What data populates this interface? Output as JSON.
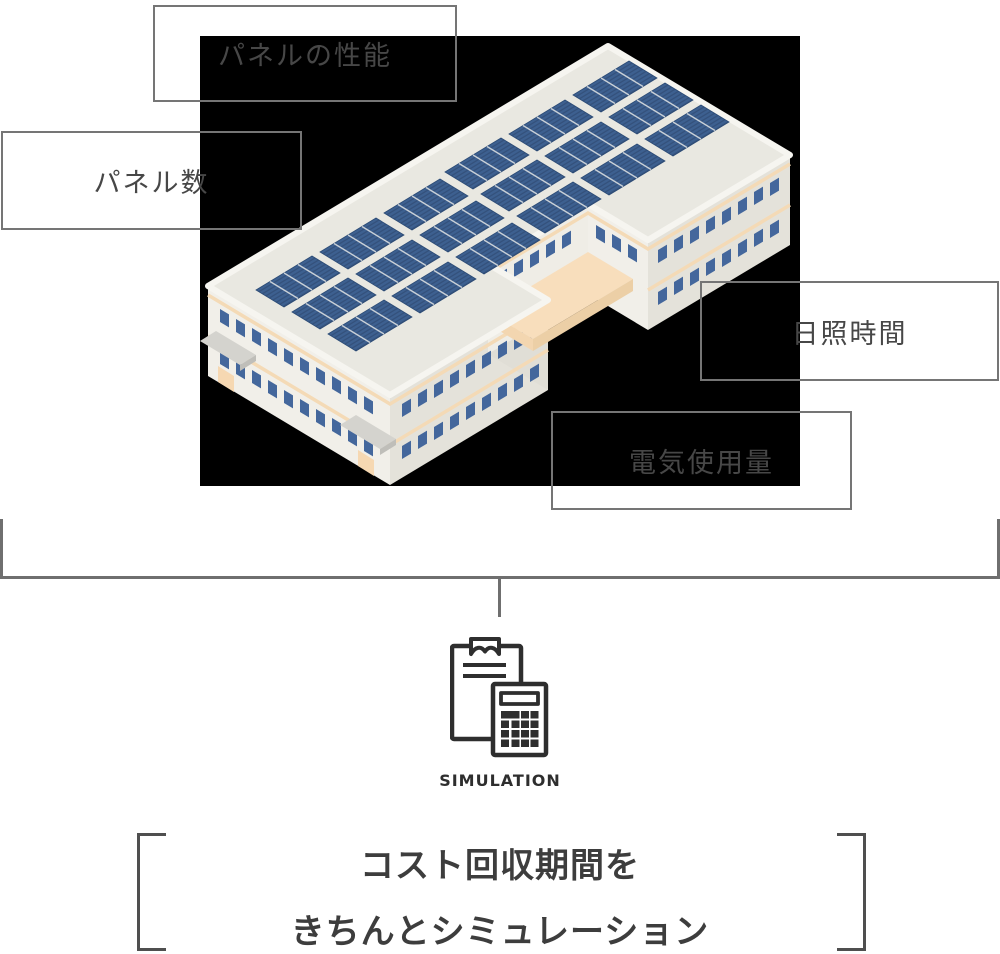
{
  "labels": [
    {
      "id": "panel-performance",
      "text": "パネルの性能"
    },
    {
      "id": "panel-count",
      "text": "パネル数"
    },
    {
      "id": "sunshine-hours",
      "text": "日照時間"
    },
    {
      "id": "electricity-usage",
      "text": "電気使用量"
    }
  ],
  "simulation": {
    "icon": "clipboard-calculator-icon",
    "caption": "SIMULATION"
  },
  "heading": {
    "line1": "コスト回収期間を",
    "line2": "きちんとシミュレーション"
  },
  "illustration": {
    "subject": "isometric factory building with rooftop solar panels",
    "backdrop_color": "#000000"
  },
  "colors": {
    "box_border": "#757575",
    "label_text": "#474747",
    "connector_line": "#6f6f6f",
    "bracket": "#4f4f4f",
    "icon_stroke": "#2e2e2e",
    "heading_text": "#3d3d3d",
    "solar_panel_blue": "#3d6090",
    "window_blue": "#44679c",
    "roof_gray": "#e9e8e1",
    "wall_light": "#f1efe9",
    "wall_shade": "#e4e2da",
    "accent_peach": "#f4dab6"
  }
}
